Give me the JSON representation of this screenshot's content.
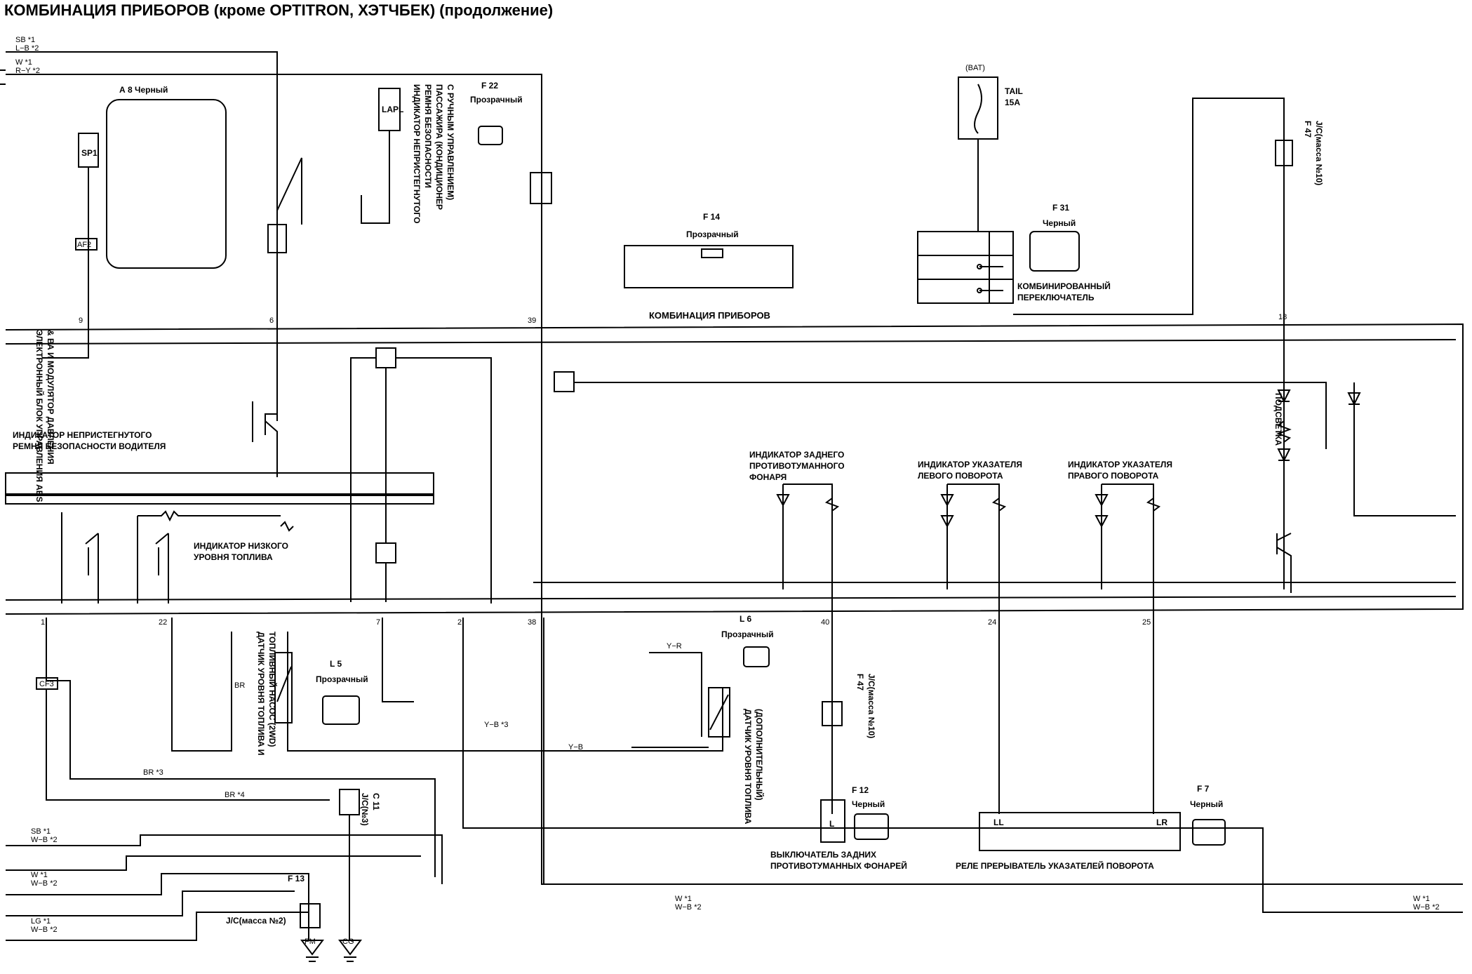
{
  "title": "КОМБИНАЦИЯ ПРИБОРОВ (кроме OPTITRON, ХЭТЧБЕК) (продолжение)",
  "components": {
    "meter": "КОМБИНАЦИЯ ПРИБОРОВ",
    "abs_ecu": "ЭЛЕКТРОННЫЙ БЛОК УПРАВЛЕНИЯ ABS",
    "abs_ecu_2": "& ВА И МОДУЛЯТОР ДАВЛЕНИЯ",
    "a8": "А 8  Черный",
    "f22": "F 22",
    "f22_color": "Прозрачный",
    "f14": "F 14",
    "f14_color": "Прозрачный",
    "f31": "F 31",
    "f31_color": "Черный",
    "comb_switch": "КОМБИНИРОВАННЫЙ",
    "comb_switch_2": "ПЕРЕКЛЮЧАТЕЛЬ",
    "bat": "(BAT)",
    "fuse": "TAIL",
    "fuse_rating": "15A",
    "passenger_belt": "ИНДИКАТОР НЕПРИСТЕГНУТОГО",
    "passenger_belt_2": "РЕМНЯ БЕЗОПАСНОСТИ",
    "passenger_belt_3": "ПАССАЖИРА (КОНДИЦИОНЕР",
    "passenger_belt_4": "С РУЧНЫМ УПРАВЛЕНИЕМ)",
    "driver_belt": "ИНДИКАТОР НЕПРИСТЕГНУТОГО",
    "driver_belt_2": "РЕМНЯ БЕЗОПАСНОСТИ ВОДИТЕЛЯ",
    "low_fuel": "ИНДИКАТОР НИЗКОГО",
    "low_fuel_2": "УРОВНЯ ТОПЛИВА",
    "rear_fog": "ИНДИКАТОР ЗАДНЕГО",
    "rear_fog_2": "ПРОТИВОТУМАННОГО",
    "rear_fog_3": "ФОНАРЯ",
    "left_turn": "ИНДИКАТОР УКАЗАТЕЛЯ",
    "left_turn_2": "ЛЕВОГО ПОВОРОТА",
    "right_turn": "ИНДИКАТОР УКАЗАТЕЛЯ",
    "right_turn_2": "ПРАВОГО ПОВОРОТА",
    "illum": "ПОДСВЕТКА",
    "fuel_sender": "ДАТЧИК УРОВНЯ ТОПЛИВА И",
    "fuel_sender_2": "ТОПЛИВНЫЙ НАСОС (2WD)",
    "fuel_sub": "ДАТЧИК УРОВНЯ ТОПЛИВА",
    "fuel_sub_2": "(ДОПОЛНИТЕЛЬНЫЙ)",
    "l5": "L  5",
    "l5_color": "Прозрачный",
    "l6": "L  6",
    "l6_color": "Прозрачный",
    "fog_switch": "ВЫКЛЮЧАТЕЛЬ ЗАДНИХ",
    "fog_switch_2": "ПРОТИВОТУМАННЫХ ФОНАРЕЙ",
    "f12": "F 12",
    "f12_color": "Черный",
    "flasher": "РЕЛЕ ПРЕРЫВАТЕЛЬ УКАЗАТЕЛЕЙ ПОВОРОТА",
    "f7": "F  7",
    "f7_color": "Черный",
    "f13": "F 13",
    "f13_jc": "J/C(масса №2)",
    "c11": "C 11",
    "c11_jc": "J/C(№3)",
    "f47": "F 47",
    "f47_jc": "J/C(масса №10)",
    "ll": "LL",
    "lr": "LR",
    "lapl": "LAPL",
    "sp1": "SP1",
    "af2": "AF2",
    "cf3": "CF3",
    "fm": "FM",
    "cg": "CG",
    "l_term": "L"
  },
  "wires": {
    "sb1": "SB  *1",
    "lb2": "L−B  *2",
    "w1": "W  *1",
    "ry2": "R−Y  *2",
    "wb2": "W−B  *2",
    "lg1": "LG  *1",
    "yb": "Y−B",
    "yr": "Y−R",
    "br3": "BR  *3",
    "br4": "BR  *4",
    "br": "BR",
    "yb3": "Y−B  *3"
  },
  "pins": {
    "p9": "9",
    "p6": "6",
    "p39": "39",
    "p1": "1",
    "p22": "22",
    "p7": "7",
    "p2": "2",
    "p38": "38",
    "p40": "40",
    "p24": "24",
    "p25": "25",
    "p18": "18"
  }
}
